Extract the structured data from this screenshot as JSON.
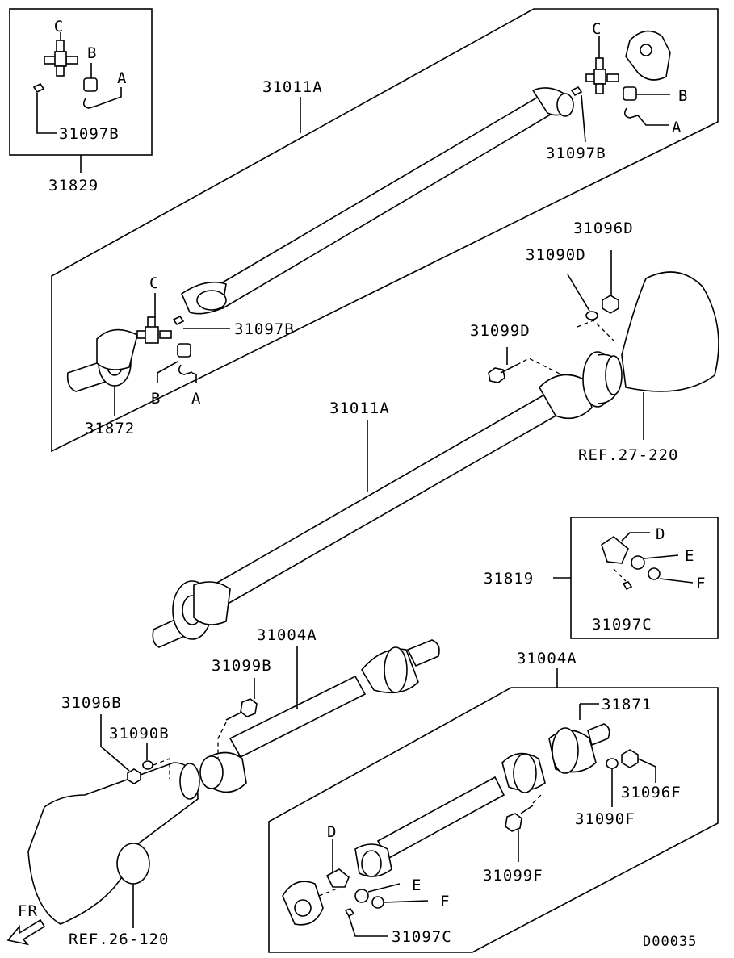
{
  "labels": {
    "l31829": "31829",
    "l31097b_a": "31097B",
    "l31011a_top": "31011A",
    "l31097b_b": "31097B",
    "l31097b_c": "31097B",
    "l31872": "31872",
    "l31096d": "31096D",
    "l31090d": "31090D",
    "l31099d": "31099D",
    "l31011a_mid": "31011A",
    "ref27": "REF.27-220",
    "l31819": "31819",
    "l31097c_a": "31097C",
    "l31004a_a": "31004A",
    "l31004a_b": "31004A",
    "l31099b": "31099B",
    "l31096b": "31096B",
    "l31090b": "31090B",
    "l31871": "31871",
    "l31096f": "31096F",
    "l31090f": "31090F",
    "l31099f": "31099F",
    "l31097c_b": "31097C",
    "ref26": "REF.26-120",
    "fr": "FR",
    "code": "D00035"
  },
  "letters": {
    "c1": "C",
    "b1": "B",
    "a1": "A",
    "c2": "C",
    "b2": "B",
    "a2": "A",
    "c3": "C",
    "b3": "B",
    "a3": "A",
    "d1": "D",
    "e1": "E",
    "f1": "F",
    "d2": "D",
    "e2": "E",
    "f2": "F"
  }
}
